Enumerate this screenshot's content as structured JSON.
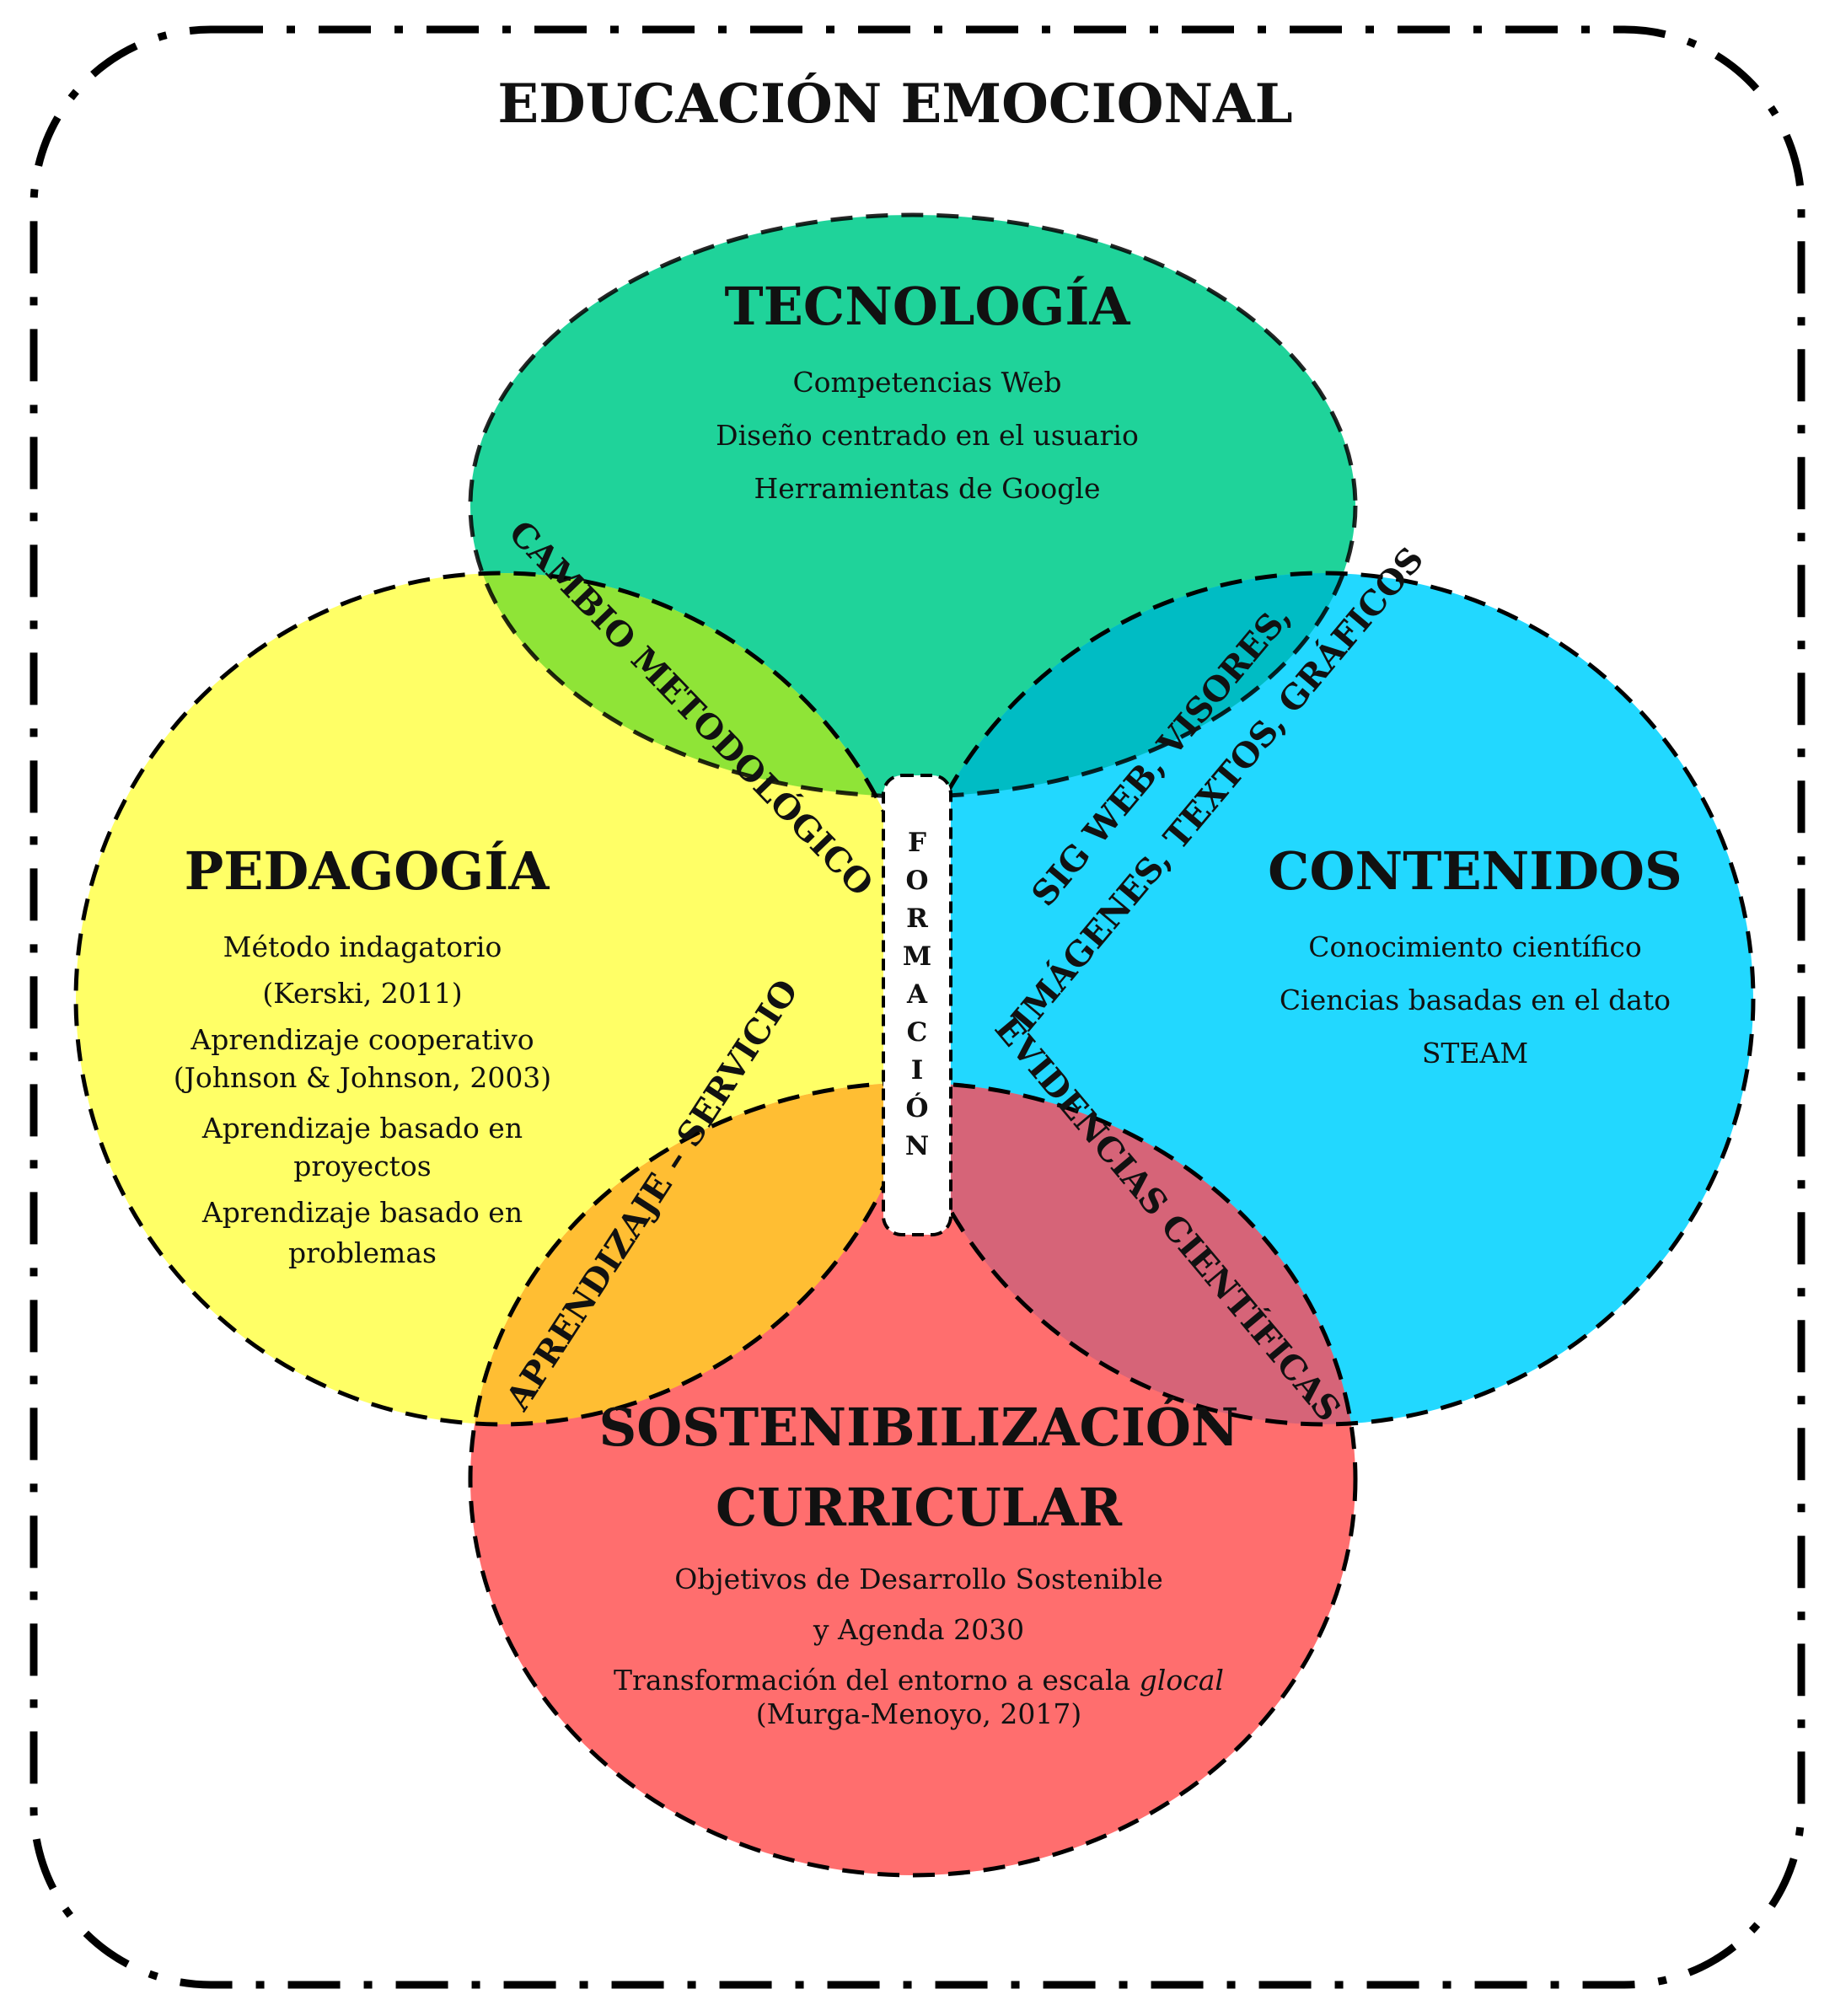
{
  "title": "EDUCACIÓN EMOCIONAL",
  "circles": {
    "tecnologia": {
      "title": "TECNOLOGÍA",
      "color": "#1fd39a",
      "items": [
        "Competencias Web",
        "Diseño centrado en el usuario",
        "Herramientas de Google"
      ]
    },
    "pedagogia": {
      "title": "PEDAGOGÍA",
      "color": "#ffff66",
      "items": [
        "Método indagatorio",
        "(Kerski, 2011)",
        "Aprendizaje cooperativo",
        "(Johnson & Johnson, 2003)",
        "Aprendizaje basado en",
        "proyectos",
        "Aprendizaje basado en",
        "problemas"
      ]
    },
    "contenidos": {
      "title": "CONTENIDOS",
      "color": "#22d8ff",
      "items": [
        "Conocimiento científico",
        "Ciencias basadas en el dato",
        "STEAM"
      ]
    },
    "sostenibilizacion": {
      "title_line1": "SOSTENIBILIZACIÓN",
      "title_line2": "CURRICULAR",
      "color": "#ff6e6e",
      "items": [
        "Objetivos de Desarrollo Sostenible",
        "y Agenda  2030"
      ],
      "item3_text": "Transformación del entorno a escala ",
      "item3_italic": "glocal",
      "item4": "(Murga-Menoyo, 2017)"
    }
  },
  "overlaps": {
    "tec_ped": "CAMBIO METODOLÓGICO",
    "tec_con_line1": "SIG WEB, VISORES,",
    "tec_con_line2": "IMÁGENES, TEXTOS, GRÁFICOS",
    "ped_sos": "APRENDIZAJE – SERVICIO",
    "con_sos": "EVIDENCIAS CIENTÍFICAS"
  },
  "center": {
    "letters": [
      "F",
      "O",
      "R",
      "M",
      "A",
      "C",
      "I",
      "Ó",
      "N"
    ]
  }
}
